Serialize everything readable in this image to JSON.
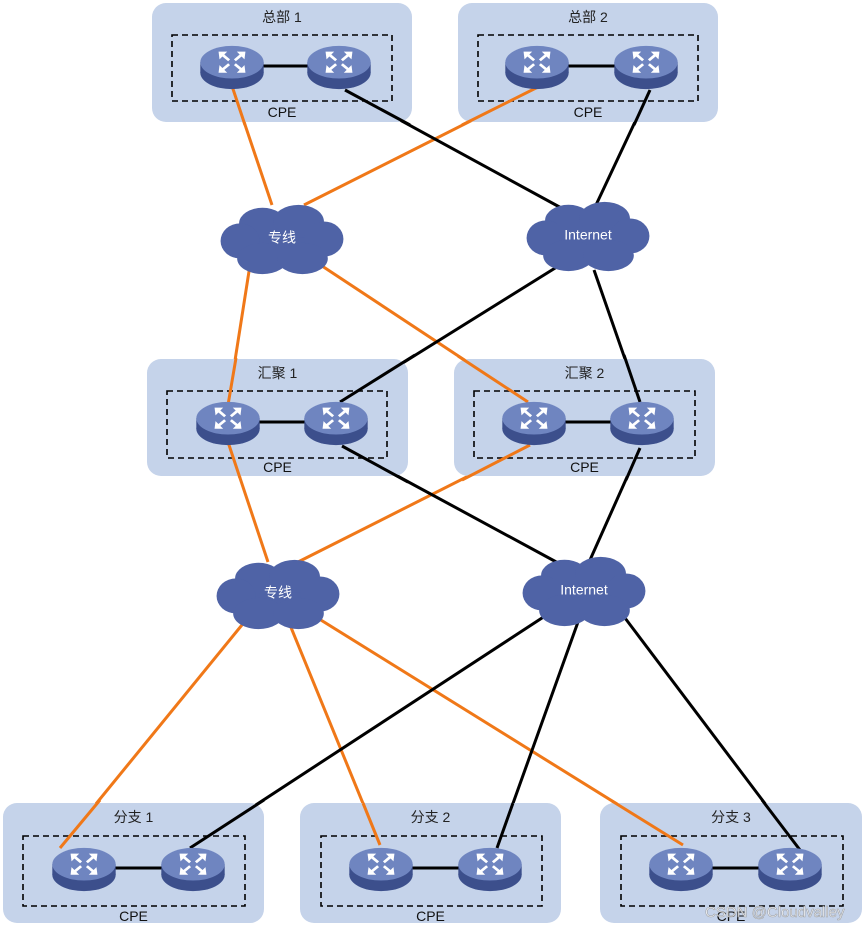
{
  "diagram": {
    "colors": {
      "site_fill": "#c5d3ea",
      "cloud_fill": "#4f63a6",
      "router_top": "#6f85c0",
      "router_side": "#3c4f8c",
      "dedicated_line": "#f07818",
      "internet_line": "#000000",
      "cpe_border": "#000000"
    },
    "sites": [
      {
        "id": "hq1",
        "title": "总部 1",
        "cpe_label": "CPE"
      },
      {
        "id": "hq2",
        "title": "总部 2",
        "cpe_label": "CPE"
      },
      {
        "id": "agg1",
        "title": "汇聚 1",
        "cpe_label": "CPE"
      },
      {
        "id": "agg2",
        "title": "汇聚 2",
        "cpe_label": "CPE"
      },
      {
        "id": "br1",
        "title": "分支 1",
        "cpe_label": "CPE"
      },
      {
        "id": "br2",
        "title": "分支 2",
        "cpe_label": "CPE"
      },
      {
        "id": "br3",
        "title": "分支 3",
        "cpe_label": "CPE"
      }
    ],
    "clouds": [
      {
        "id": "mpls1",
        "label": "专线",
        "type": "dedicated"
      },
      {
        "id": "inet1",
        "label": "Internet",
        "type": "internet"
      },
      {
        "id": "mpls2",
        "label": "专线",
        "type": "dedicated"
      },
      {
        "id": "inet2",
        "label": "Internet",
        "type": "internet"
      }
    ],
    "links": [
      {
        "from": "hq1.r1",
        "to": "mpls1",
        "type": "dedicated"
      },
      {
        "from": "hq2.r1",
        "to": "mpls1",
        "type": "dedicated"
      },
      {
        "from": "hq1.r2",
        "to": "inet1",
        "type": "internet"
      },
      {
        "from": "hq2.r2",
        "to": "inet1",
        "type": "internet"
      },
      {
        "from": "mpls1",
        "to": "agg1.r1",
        "type": "dedicated"
      },
      {
        "from": "mpls1",
        "to": "agg2.r1",
        "type": "dedicated"
      },
      {
        "from": "inet1",
        "to": "agg1.r2",
        "type": "internet"
      },
      {
        "from": "inet1",
        "to": "agg2.r2",
        "type": "internet"
      },
      {
        "from": "agg1.r1",
        "to": "mpls2",
        "type": "dedicated"
      },
      {
        "from": "agg2.r1",
        "to": "mpls2",
        "type": "dedicated"
      },
      {
        "from": "agg1.r2",
        "to": "inet2",
        "type": "internet"
      },
      {
        "from": "agg2.r2",
        "to": "inet2",
        "type": "internet"
      },
      {
        "from": "mpls2",
        "to": "br1.r1",
        "type": "dedicated"
      },
      {
        "from": "mpls2",
        "to": "br2.r1",
        "type": "dedicated"
      },
      {
        "from": "mpls2",
        "to": "br3.r1",
        "type": "dedicated"
      },
      {
        "from": "inet2",
        "to": "br1.r2",
        "type": "internet"
      },
      {
        "from": "inet2",
        "to": "br2.r2",
        "type": "internet"
      },
      {
        "from": "inet2",
        "to": "br3.r2",
        "type": "internet"
      }
    ]
  },
  "watermark": "CSDN @Cloudvalley"
}
